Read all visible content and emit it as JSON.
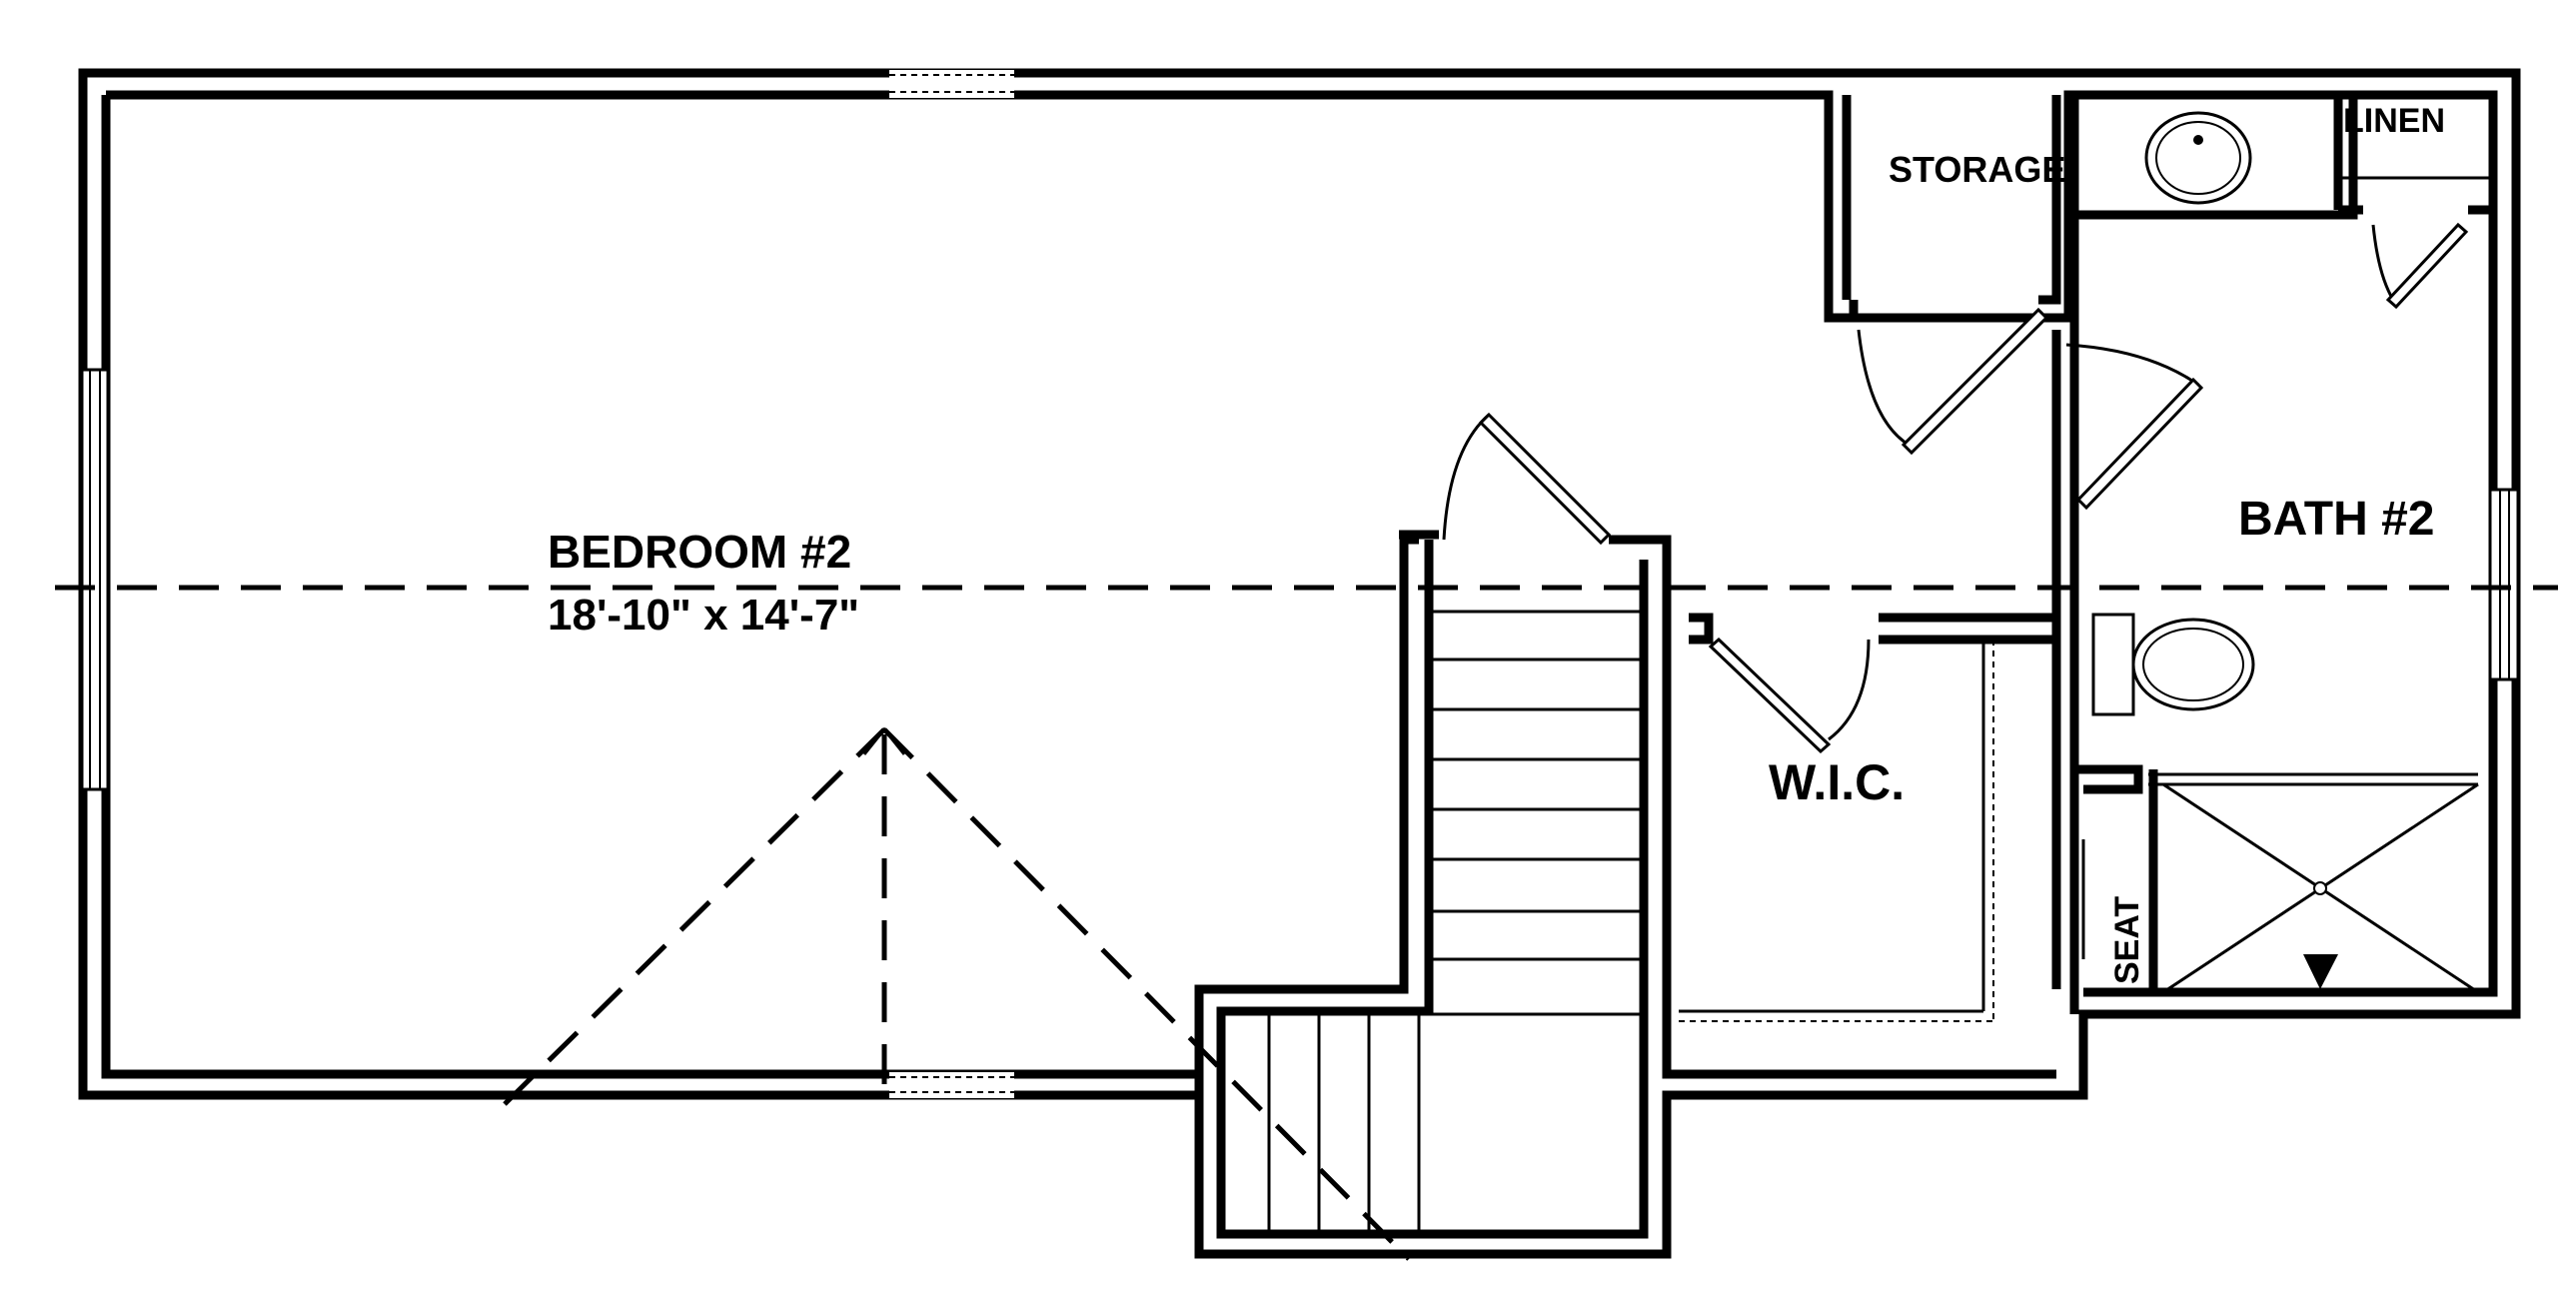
{
  "rooms": {
    "bedroom_name": "BEDROOM #2",
    "bedroom_size": "18'-10\" x 14'-7\"",
    "storage": "STORAGE",
    "linen": "LINEN",
    "bath": "BATH #2",
    "wic": "W.I.C.",
    "seat": "SEAT"
  }
}
